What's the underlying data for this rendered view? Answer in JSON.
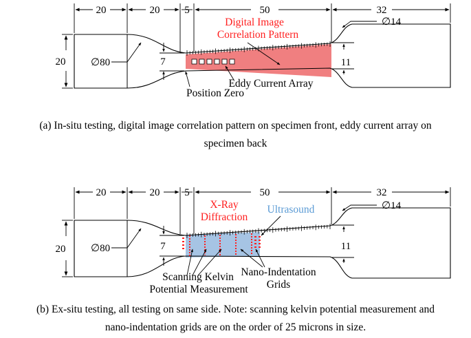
{
  "panel_a": {
    "dims": {
      "d20_left": "20",
      "d20_mid": "20",
      "d5": "5",
      "d50": "50",
      "d32": "32",
      "dia14": "∅14",
      "height20": "20",
      "dia80": "∅80",
      "d7": "7",
      "d11": "11"
    },
    "labels": {
      "dic_line1": "Digital Image",
      "dic_line2": "Correlation Pattern",
      "eddy": "Eddy Current Array",
      "zero": "Position Zero"
    },
    "caption_line1": "(a)     In-situ testing, digital image correlation pattern on specimen front, eddy current array on",
    "caption_line2": "specimen back",
    "colors": {
      "dic": "#f07f80",
      "dic_text": "#ff1f1f"
    }
  },
  "panel_b": {
    "dims": {
      "d20_left": "20",
      "d20_mid": "20",
      "d5": "5",
      "d50": "50",
      "d32": "32",
      "dia14": "∅14",
      "height20": "20",
      "dia80": "∅80",
      "d7": "7",
      "d11": "11"
    },
    "labels": {
      "xray_line1": "X-Ray",
      "xray_line2": "Diffraction",
      "ultrasound": "Ultrasound",
      "skp_line1": "Scanning Kelvin",
      "skp_line2": "Potential Measurement",
      "nano_line1": "Nano-Indentation",
      "nano_line2": "Grids"
    },
    "caption_line1": "(b)     Ex-situ testing, all testing on same side.  Note: scanning kelvin potential measurement and",
    "caption_line2": "nano-indentation grids are on the order of 25 microns in size.",
    "colors": {
      "ultrasound": "#a6c4e4",
      "ultrasound_text": "#5b9bd5",
      "xray": "#ff1f1f"
    }
  }
}
